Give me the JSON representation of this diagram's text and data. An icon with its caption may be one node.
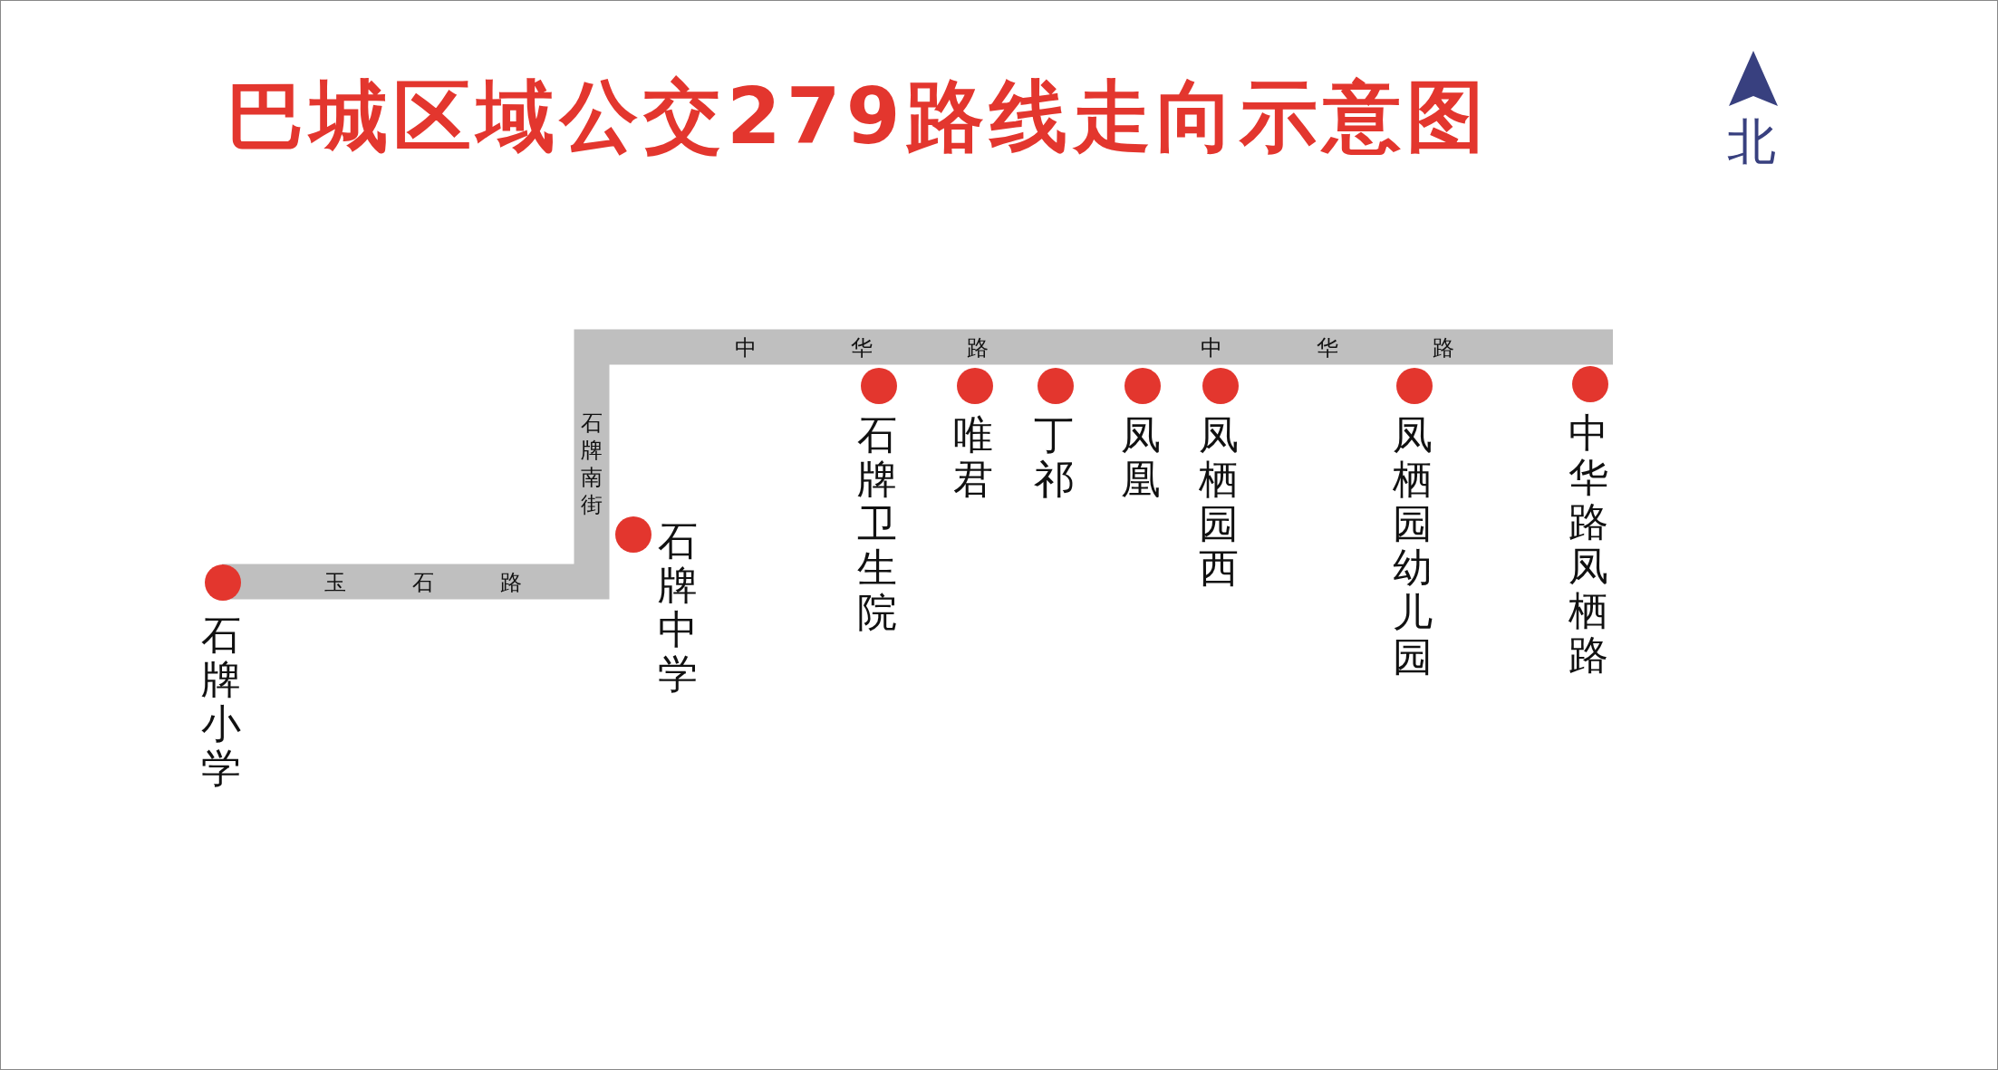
{
  "diagram": {
    "title": "巴城区域公交279路线走向示意图",
    "nodes": [
      {
        "text": [
          "石牌小学"
        ]
      },
      {
        "text": [
          "石牌中学"
        ]
      },
      {
        "text": [
          "石牌卫生院"
        ]
      },
      {
        "text": [
          "唯君"
        ]
      },
      {
        "text": [
          "丁祁"
        ]
      },
      {
        "text": [
          "凤凰"
        ]
      },
      {
        "text": [
          "凤栖园西"
        ]
      },
      {
        "text": [
          "凤栖园幼儿园"
        ]
      },
      {
        "text": [
          "中华路凤栖路"
        ]
      }
    ],
    "labels": [
      "北",
      "中华路",
      "中华路",
      "石牌南街",
      "玉石路"
    ]
  }
}
